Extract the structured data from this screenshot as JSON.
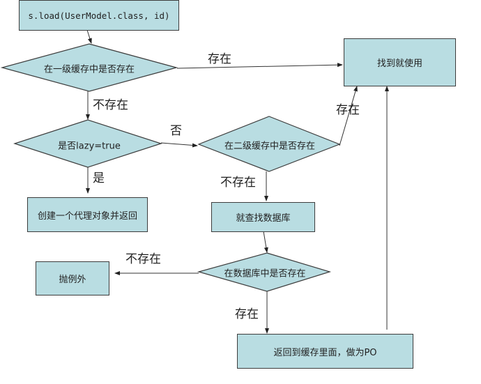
{
  "diagram": {
    "nodes": {
      "start": "s.load(UserModel.class,  id)",
      "l1_cache_check": "在一级缓存中是否存在",
      "found_use": "找到就使用",
      "lazy_check": "是否lazy=true",
      "l2_cache_check": "在二级缓存中是否存在",
      "create_proxy": "创建一个代理对象并返回",
      "query_db": "就查找数据库",
      "db_check": "在数据库中是否存在",
      "throw_exception": "抛例外",
      "return_to_cache": "返回到缓存里面，做为PO"
    },
    "edge_labels": {
      "l1_exists": "存在",
      "l1_not_exists": "不存在",
      "lazy_no": "否",
      "lazy_yes": "是",
      "l2_exists": "存在",
      "l2_not_exists": "不存在",
      "db_not_exists": "不存在",
      "db_exists": "存在"
    },
    "colors": {
      "fill": "#b9dde2",
      "stroke": "#3c3c3c"
    }
  }
}
